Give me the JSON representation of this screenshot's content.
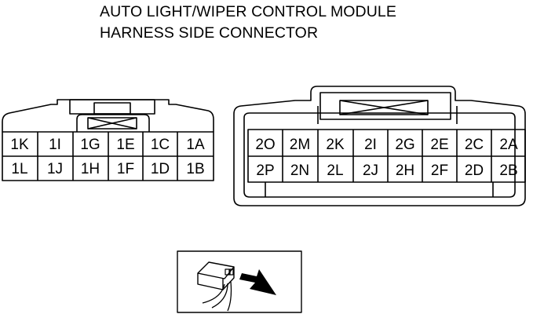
{
  "title": {
    "line1": "AUTO LIGHT/WIPER CONTROL MODULE",
    "line2": "HARNESS SIDE CONNECTOR"
  },
  "connector1": {
    "top_row": [
      "1K",
      "1I",
      "1G",
      "1E",
      "1C",
      "1A"
    ],
    "bottom_row": [
      "1L",
      "1J",
      "1H",
      "1F",
      "1D",
      "1B"
    ]
  },
  "connector2": {
    "top_row": [
      "2O",
      "2M",
      "2K",
      "2I",
      "2G",
      "2E",
      "2C",
      "2A"
    ],
    "bottom_row": [
      "2P",
      "2N",
      "2L",
      "2J",
      "2H",
      "2F",
      "2D",
      "2B"
    ]
  },
  "view_icon": "harness-side-view-arrow-icon"
}
